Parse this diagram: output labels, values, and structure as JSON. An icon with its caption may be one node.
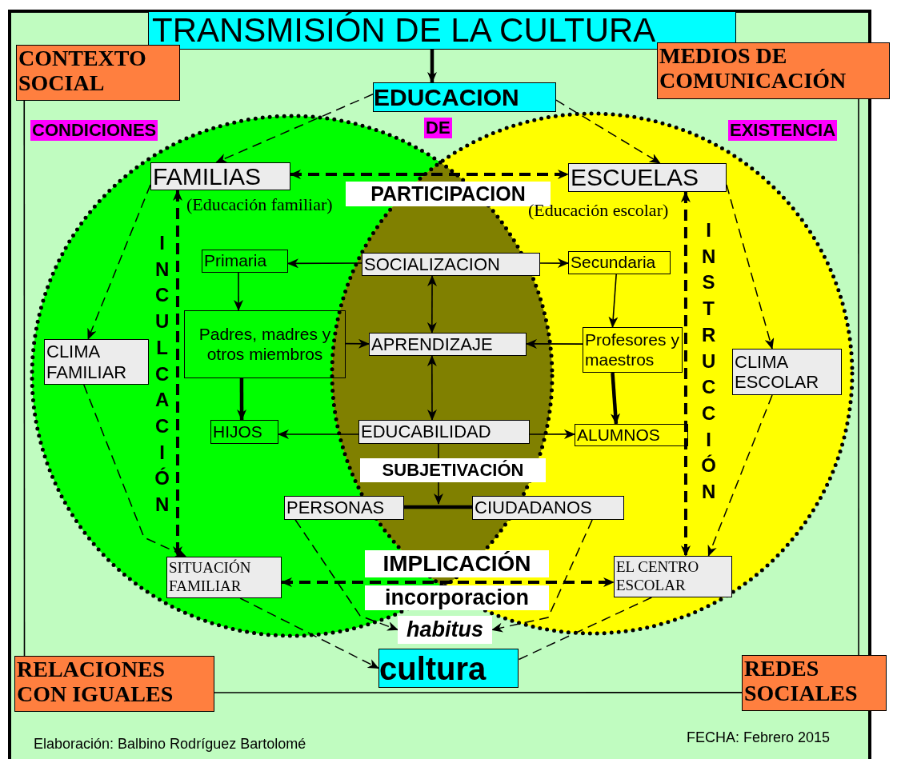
{
  "diagram": {
    "nodes": [
      {
        "text": [
          "TRANSMISIÓN DE LA CULTURA"
        ]
      },
      {
        "text": [
          "CONTEXTO SOCIAL"
        ]
      },
      {
        "text": [
          "MEDIOS DE COMUNICACIÓN"
        ]
      },
      {
        "text": [
          "EDUCACION"
        ]
      },
      {
        "text": [
          "FAMILIAS"
        ],
        "beside": [
          "(Educación familiar)"
        ]
      },
      {
        "text": [
          "ESCUELAS"
        ],
        "beside": [
          "(Educación escolar)"
        ]
      },
      {
        "text": [
          "Primaria"
        ]
      },
      {
        "text": [
          "SOCIALIZACION"
        ]
      },
      {
        "text": [
          "Secundaria"
        ]
      },
      {
        "text": [
          "Padres, madres y otros miembros"
        ]
      },
      {
        "text": [
          "APRENDIZAJE"
        ]
      },
      {
        "text": [
          "Profesores y maestros"
        ]
      },
      {
        "text": [
          "CLIMA FAMILIAR"
        ]
      },
      {
        "text": [
          "CLIMA ESCOLAR"
        ]
      },
      {
        "text": [
          "HIJOS"
        ]
      },
      {
        "text": [
          "EDUCABILIDAD"
        ]
      },
      {
        "text": [
          "ALUMNOS"
        ]
      },
      {
        "text": [
          "PERSONAS"
        ]
      },
      {
        "text": [
          "CIUDADANOS"
        ]
      },
      {
        "text": [
          "SITUACIÓN FAMILIAR"
        ]
      },
      {
        "text": [
          "EL CENTRO ESCOLAR"
        ]
      },
      {
        "text": [
          "habitus"
        ]
      },
      {
        "text": [
          "cultura"
        ]
      },
      {
        "text": [
          "RELACIONES CON IGUALES"
        ]
      },
      {
        "text": [
          "REDES SOCIALES"
        ]
      }
    ],
    "edges": [
      {
        "from": 0,
        "to": 3,
        "arrow": "to",
        "style": "thick"
      },
      {
        "from": 3,
        "to": 4,
        "arrow": "to",
        "style": "dashed"
      },
      {
        "from": 3,
        "to": 5,
        "arrow": "to",
        "style": "dashed"
      },
      {
        "from": 4,
        "to": 5,
        "arrow": "both",
        "style": "dashed",
        "label": "PARTICIPACION"
      },
      {
        "from": 4,
        "to": 19,
        "arrow": "both",
        "style": "dashed"
      },
      {
        "from": 5,
        "to": 20,
        "arrow": "both",
        "style": "dashed"
      },
      {
        "from": 19,
        "to": 20,
        "arrow": "both",
        "style": "dashed",
        "label": "IMPLICACIÓN"
      },
      {
        "from": 4,
        "to": 12,
        "arrow": "to",
        "style": "dashed"
      },
      {
        "from": 12,
        "to": 19,
        "arrow": "to",
        "style": "dashed"
      },
      {
        "from": 5,
        "to": 13,
        "arrow": "to",
        "style": "dashed"
      },
      {
        "from": 13,
        "to": 20,
        "arrow": "to",
        "style": "dashed"
      },
      {
        "from": 7,
        "to": 6,
        "arrow": "to"
      },
      {
        "from": 7,
        "to": 8,
        "arrow": "to"
      },
      {
        "from": 6,
        "to": 9,
        "arrow": "to"
      },
      {
        "from": 9,
        "to": 10,
        "arrow": "to"
      },
      {
        "from": 9,
        "to": 14,
        "arrow": "to",
        "style": "thick"
      },
      {
        "from": 8,
        "to": 11,
        "arrow": "to"
      },
      {
        "from": 11,
        "to": 10,
        "arrow": "to"
      },
      {
        "from": 11,
        "to": 16,
        "arrow": "to",
        "style": "thick"
      },
      {
        "from": 7,
        "to": 10,
        "arrow": "both"
      },
      {
        "from": 10,
        "to": 15,
        "arrow": "both"
      },
      {
        "from": 15,
        "to": 14,
        "arrow": "to"
      },
      {
        "from": 15,
        "to": 16,
        "arrow": "to"
      },
      {
        "from": 15,
        "to": null,
        "arrow": "to",
        "label": "SUBJETIVACIÓN"
      },
      {
        "from": 17,
        "to": 18,
        "arrow": "none",
        "style": "thick"
      },
      {
        "from": 17,
        "to": 21,
        "arrow": "to",
        "style": "dashed"
      },
      {
        "from": 18,
        "to": 21,
        "arrow": "to",
        "style": "dashed"
      },
      {
        "from": 19,
        "to": 22,
        "arrow": "to",
        "style": "dashed"
      },
      {
        "from": 20,
        "to": 22,
        "arrow": "none",
        "style": "dashed"
      },
      {
        "from": 1,
        "to": 23,
        "arrow": "none"
      },
      {
        "from": 2,
        "to": 24,
        "arrow": "none"
      },
      {
        "from": 23,
        "to": 24,
        "arrow": "none"
      }
    ],
    "labels": [
      "CONDICIONES",
      "DE",
      "EXISTENCIA",
      "INCULCACIÓN",
      "INSTRUCCIÓN",
      "incorporacion",
      "Elaboración: Balbino Rodríguez Bartolomé",
      "FECHA: Febrero 2015"
    ]
  }
}
